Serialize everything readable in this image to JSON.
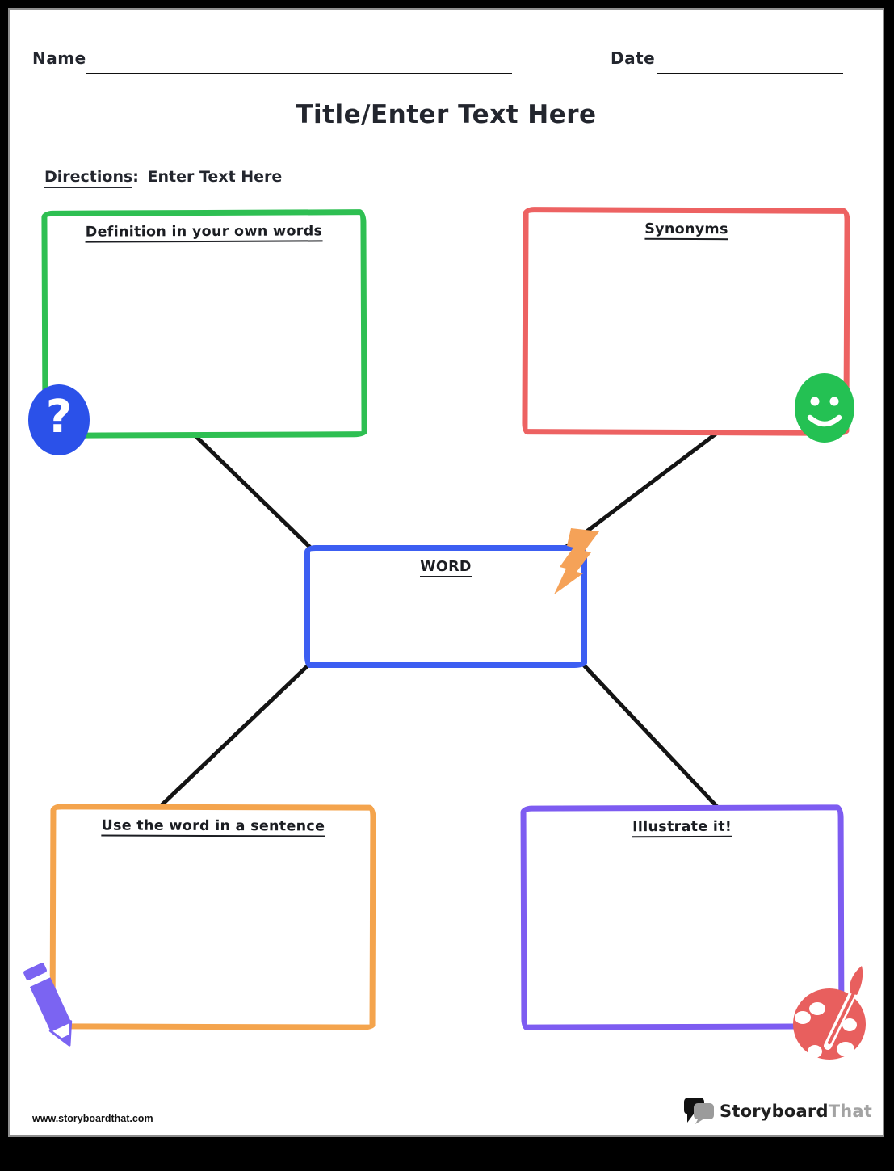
{
  "header": {
    "name_label": "Name",
    "date_label": "Date",
    "title": "Title/Enter Text Here",
    "directions_label": "Directions",
    "directions_colon": ":",
    "directions_text": "Enter Text Here"
  },
  "diagram": {
    "center": {
      "label": "WORD",
      "color": "#3c5ef2"
    },
    "nodes": [
      {
        "id": "definition",
        "label": "Definition in your own words",
        "color": "#2ebf52"
      },
      {
        "id": "synonyms",
        "label": "Synonyms",
        "color": "#ed6262"
      },
      {
        "id": "sentence",
        "label": "Use the word in a sentence",
        "color": "#f4a44d"
      },
      {
        "id": "illustrate",
        "label": "Illustrate it!",
        "color": "#7d5cf1"
      }
    ],
    "connector_color": "#141414"
  },
  "icons": {
    "question": {
      "glyph": "?",
      "color": "#2b51e9"
    },
    "smiley": {
      "color": "#24c153"
    },
    "bolt": {
      "color": "#f5a258"
    },
    "pencil": {
      "color": "#7b64f2"
    },
    "palette": {
      "color": "#e85f5e"
    }
  },
  "footer": {
    "url": "www.storyboardthat.com",
    "logo_primary": "Storyboard",
    "logo_secondary": "That"
  }
}
